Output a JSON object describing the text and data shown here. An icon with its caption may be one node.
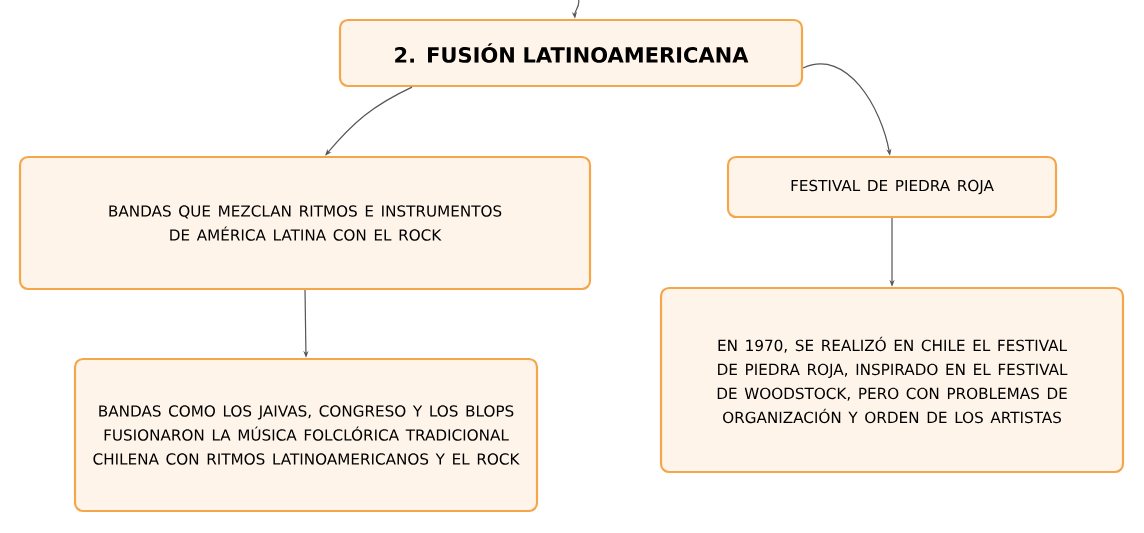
{
  "diagram": {
    "nodes": [
      {
        "text": [
          "2. FUSIÓN LATINOAMERICANA"
        ]
      },
      {
        "text": [
          "BANDAS QUE MEZCLAN RITMOS E INSTRUMENTOS DE AMÉRICA LATINA CON EL ROCK"
        ]
      },
      {
        "text": [
          "FESTIVAL DE PIEDRA ROJA"
        ]
      },
      {
        "text": [
          "BANDAS COMO LOS JAIVAS, CONGRESO Y LOS BLOPS FUSIONARON LA MÚSICA FOLCLÓRICA TRADICIONAL CHILENA CON RITMOS LATINOAMERICANOS Y EL ROCK"
        ]
      },
      {
        "text": [
          "EN 1970, SE REALIZÓ EN CHILE EL FESTIVAL DE PIEDRA ROJA, INSPIRADO EN EL FESTIVAL DE WOODSTOCK, PERO CON PROBLEMAS DE ORGANIZACIÓN Y ORDEN DE LOS ARTISTAS"
        ]
      }
    ],
    "edges": [
      {
        "from": null,
        "to": 0,
        "arrow": "to"
      },
      {
        "from": 0,
        "to": 1,
        "arrow": "to"
      },
      {
        "from": 0,
        "to": 2,
        "arrow": "to"
      },
      {
        "from": 1,
        "to": 3,
        "arrow": "to"
      },
      {
        "from": 2,
        "to": 4,
        "arrow": "to"
      }
    ]
  }
}
